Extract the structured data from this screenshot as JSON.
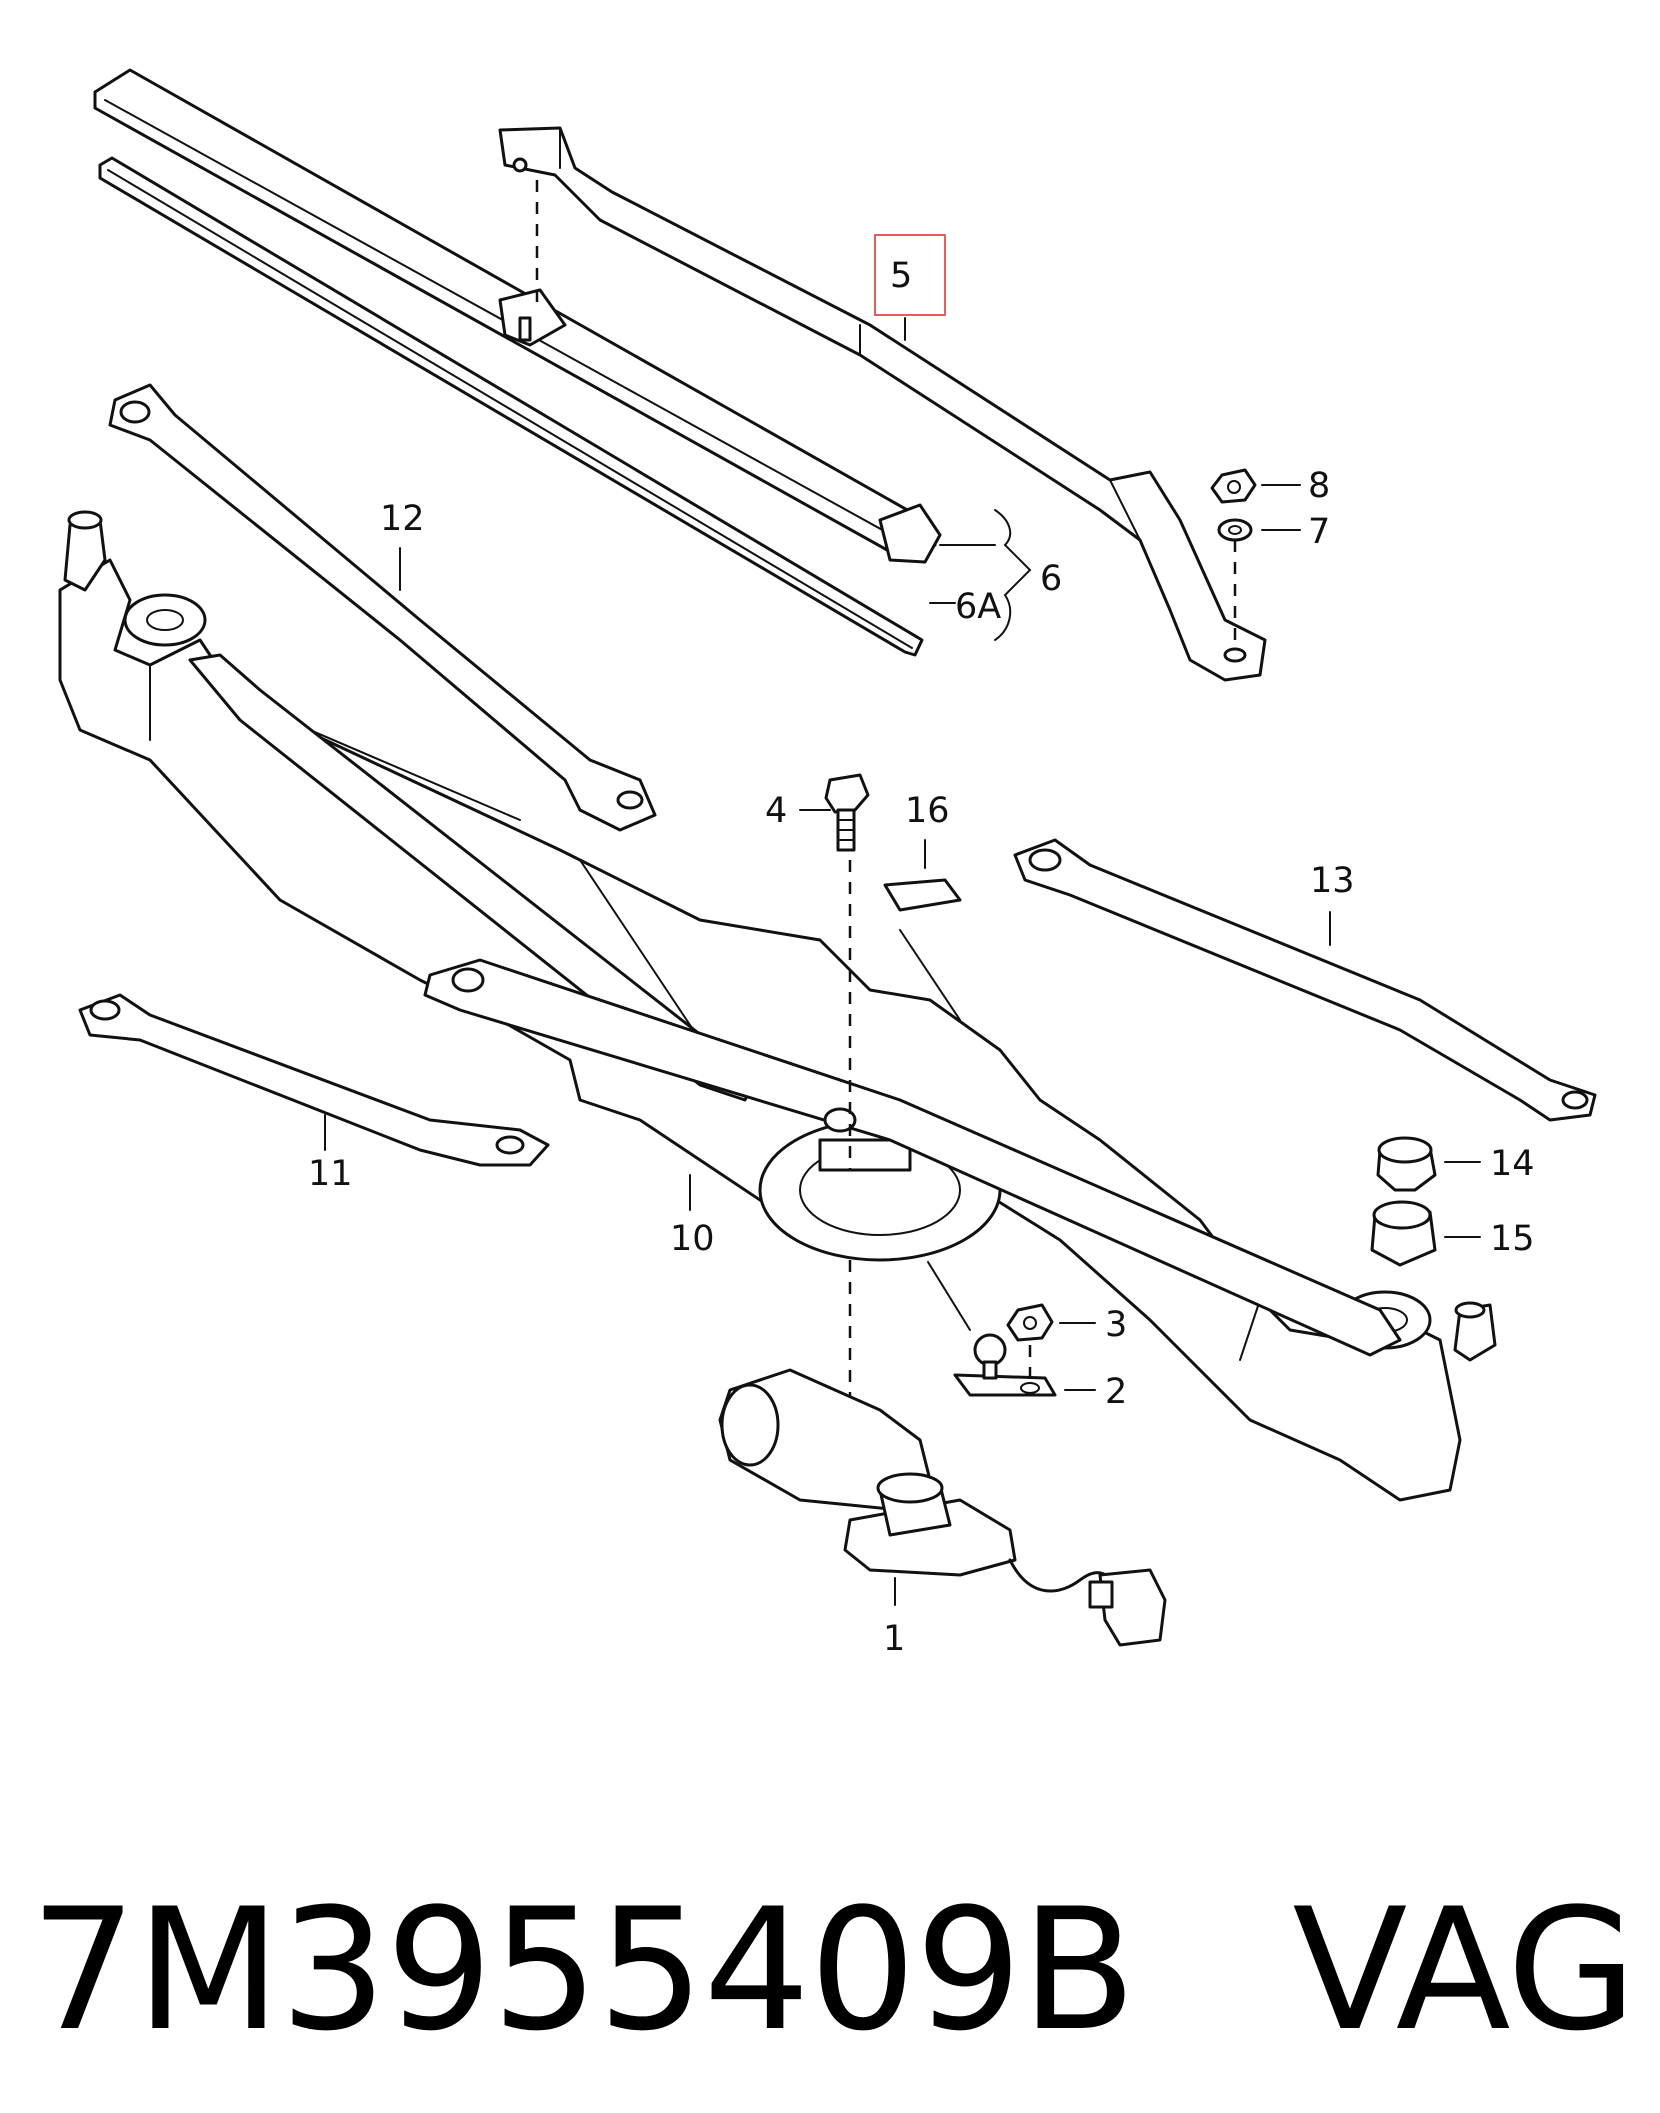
{
  "callouts": {
    "c1": "1",
    "c2": "2",
    "c3": "3",
    "c4": "4",
    "c5": "5",
    "c6": "6",
    "c6a": "6A",
    "c7": "7",
    "c8": "8",
    "c10": "10",
    "c11": "11",
    "c12": "12",
    "c13": "13",
    "c14": "14",
    "c15": "15",
    "c16": "16"
  },
  "highlighted_callout": "5",
  "highlight_color": "#e06060",
  "caption": {
    "part_number": "7M3955409B",
    "brand": "VAG",
    "text": "7M3955409B   VAG"
  }
}
